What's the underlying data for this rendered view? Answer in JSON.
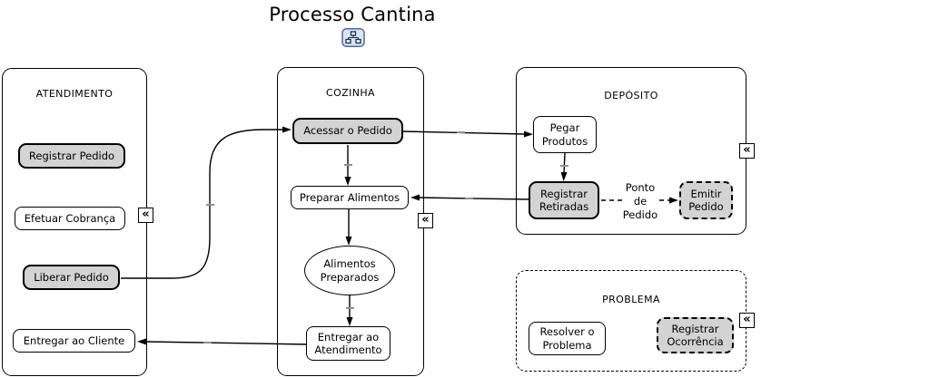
{
  "title": {
    "text": "Processo Cantina"
  },
  "lanes": {
    "atendimento": {
      "label": "ATENDIMENTO"
    },
    "cozinha": {
      "label": "COZINHA"
    },
    "deposito": {
      "label": "DEPÓSITO"
    },
    "problema": {
      "label": "PROBLEMA"
    }
  },
  "nodes": {
    "registrar_pedido": {
      "label": "Registrar Pedido",
      "style": "highlighted"
    },
    "efetuar_cobranca": {
      "label": "Efetuar Cobrança",
      "style": "normal"
    },
    "liberar_pedido": {
      "label": "Liberar Pedido",
      "style": "highlighted"
    },
    "entregar_ao_cliente": {
      "label": "Entregar ao Cliente",
      "style": "normal"
    },
    "acessar_o_pedido": {
      "label": "Acessar o Pedido",
      "style": "highlighted"
    },
    "preparar_alimentos": {
      "label": "Preparar Alimentos",
      "style": "normal"
    },
    "alimentos_preparados": {
      "label": "Alimentos Preparados",
      "style": "ellipse"
    },
    "entregar_ao_atendimento": {
      "label": "Entregar ao Atendimento",
      "style": "normal"
    },
    "pegar_produtos": {
      "label": "Pegar Produtos",
      "style": "normal"
    },
    "registrar_retiradas": {
      "label": "Registrar Retiradas",
      "style": "highlighted"
    },
    "emitir_pedido": {
      "label": "Emitir Pedido",
      "style": "highlighted-dashed"
    },
    "resolver_o_problema": {
      "label": "Resolver o Problema",
      "style": "normal"
    },
    "registrar_ocorrencia": {
      "label": "Registrar Ocorrência",
      "style": "highlighted-dashed"
    }
  },
  "connectors": {
    "ponto_de_pedido_label": "Ponto de Pedido"
  },
  "icons": {
    "collapse_glyph": "«"
  },
  "colors": {
    "node_highlight_fill": "#d3d3d3",
    "node_fill": "#ffffff",
    "stroke": "#000000",
    "icon_border": "#4a69a5",
    "icon_fill": "#dbe5f4",
    "icon_glyph": "#1b2a55"
  }
}
